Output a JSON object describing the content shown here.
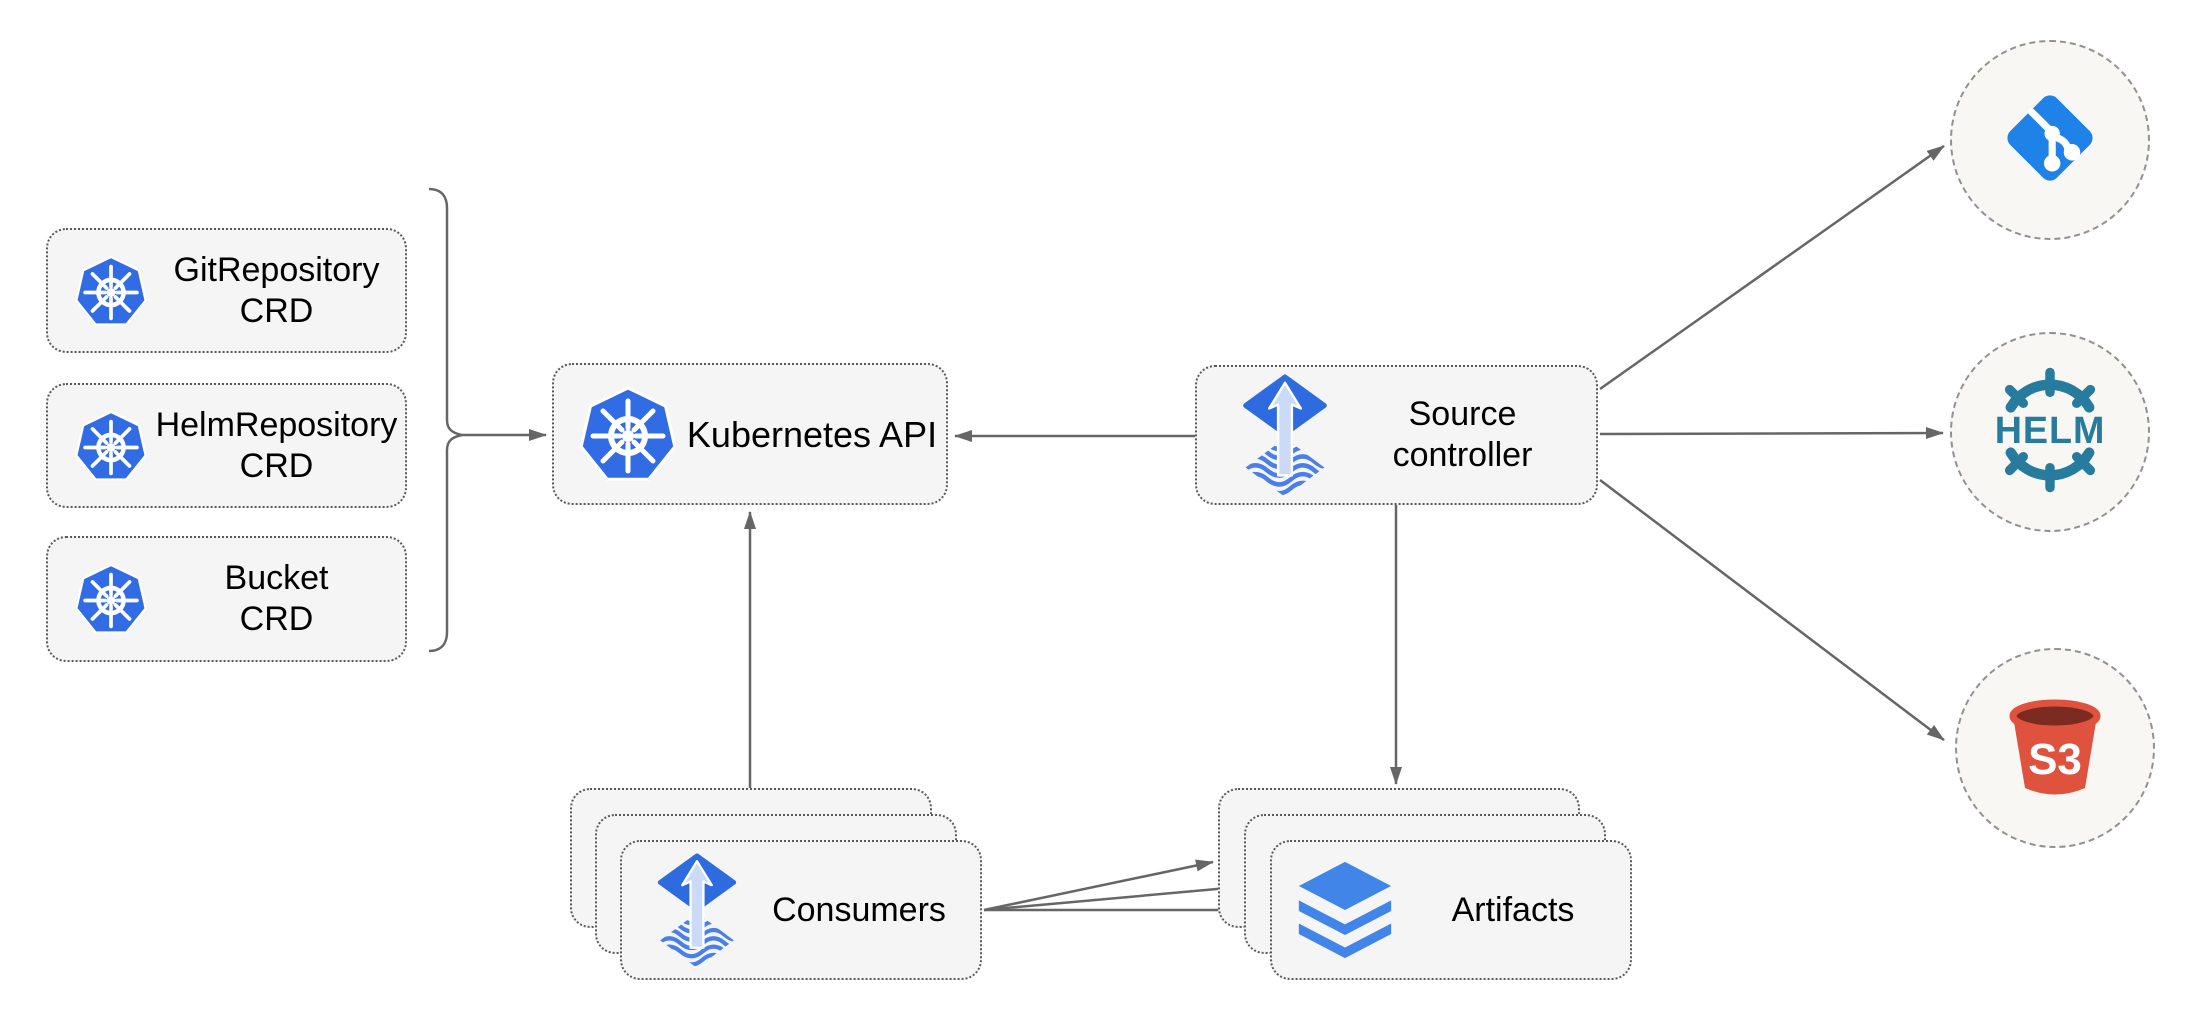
{
  "diagram": {
    "crd_boxes": [
      {
        "id": "git-repository-crd",
        "line1": "GitRepository",
        "line2": "CRD",
        "icon": "kubernetes-icon"
      },
      {
        "id": "helm-repository-crd",
        "line1": "HelmRepository",
        "line2": "CRD",
        "icon": "kubernetes-icon"
      },
      {
        "id": "bucket-crd",
        "line1": "Bucket",
        "line2": "CRD",
        "icon": "kubernetes-icon"
      }
    ],
    "kubernetes_api": {
      "label": "Kubernetes API",
      "icon": "kubernetes-icon"
    },
    "source_controller": {
      "line1": "Source",
      "line2": "controller",
      "icon": "flux-source-icon"
    },
    "consumers": {
      "label": "Consumers",
      "icon": "flux-source-icon",
      "stack_count": 3
    },
    "artifacts": {
      "label": "Artifacts",
      "icon": "layers-icon",
      "stack_count": 3
    },
    "external_sources": [
      {
        "id": "git",
        "icon": "git-icon"
      },
      {
        "id": "helm",
        "icon": "helm-icon",
        "text": "HELM"
      },
      {
        "id": "s3",
        "icon": "s3-bucket-icon",
        "text": "S3"
      }
    ],
    "edges": [
      {
        "from": "crd-group",
        "to": "kubernetes-api"
      },
      {
        "from": "source-controller",
        "to": "kubernetes-api"
      },
      {
        "from": "consumers",
        "to": "kubernetes-api"
      },
      {
        "from": "source-controller",
        "to": "artifacts"
      },
      {
        "from": "source-controller",
        "to": "git"
      },
      {
        "from": "source-controller",
        "to": "helm"
      },
      {
        "from": "source-controller",
        "to": "s3"
      },
      {
        "from": "consumers",
        "to": "artifacts",
        "count": 3
      }
    ]
  },
  "colors": {
    "bg": "#ffffff",
    "text": "#000000",
    "box_fill": "#f5f5f5",
    "box_border": "#5a5a5a",
    "circle_fill": "#f8f7f4",
    "circle_border": "#919191",
    "arrow": "#666666",
    "kubernetes_blue": "#326CE5",
    "flux_blue": "#2E6BDE",
    "flux_light": "#CBDAF6",
    "flux_wave": "#4A7EE8",
    "git_blue": "#1E82E8",
    "helm_teal": "#277C9E",
    "s3_red": "#DF523E",
    "s3_dark": "#7C2B20",
    "layers_blue": "#4285E8"
  }
}
